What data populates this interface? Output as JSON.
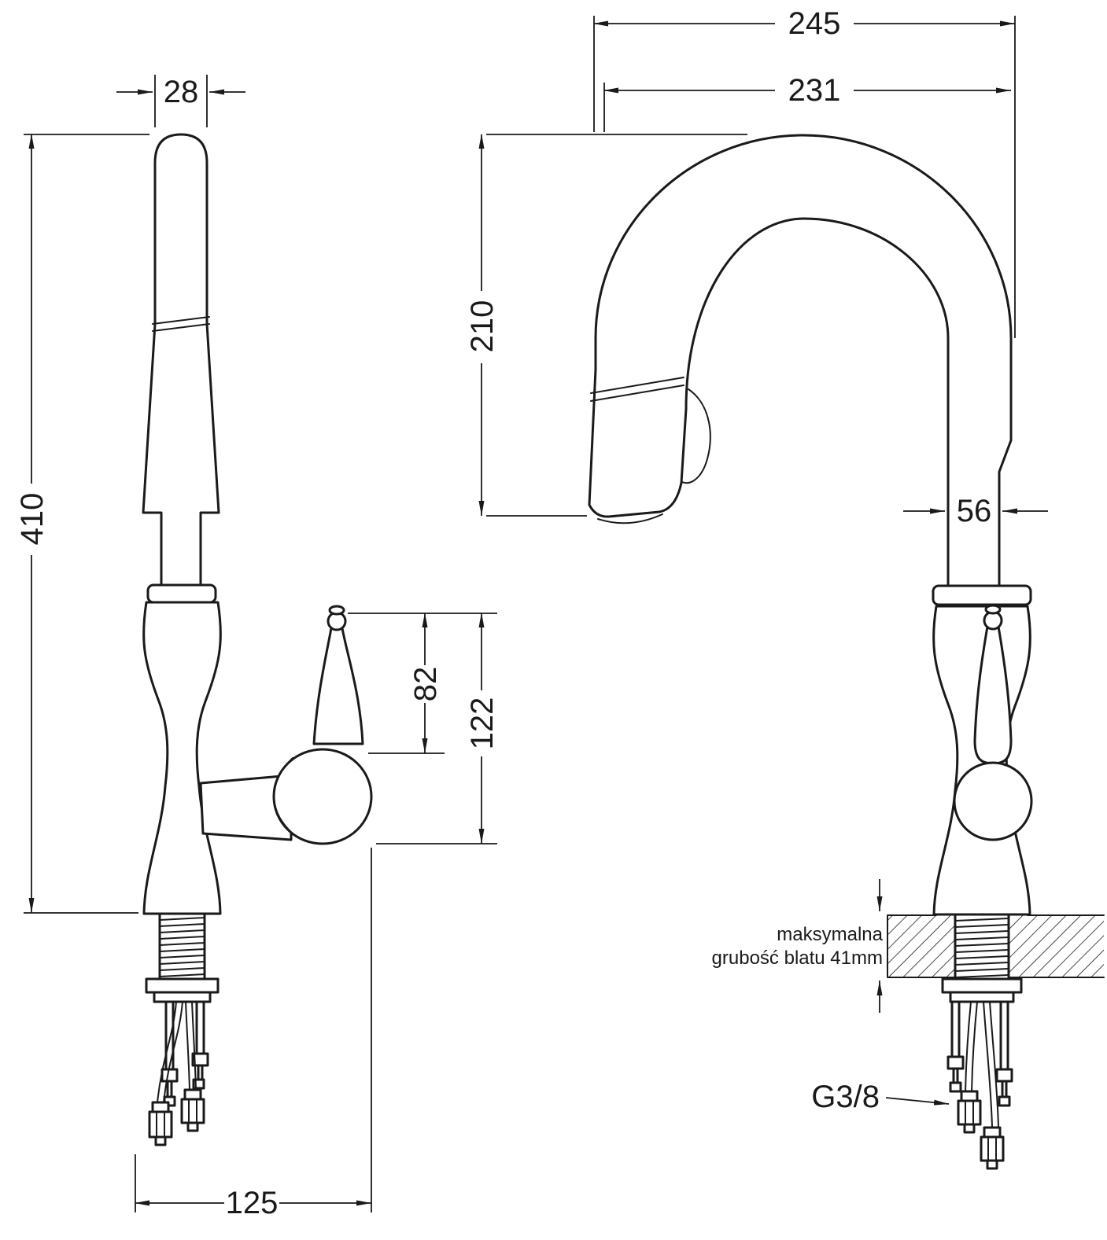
{
  "drawing": {
    "left_view": {
      "dim_spout_tip_width": "28",
      "dim_total_height": "410",
      "dim_handle_height": "82",
      "dim_handle_assembly_height": "122",
      "dim_base_to_handle_reach": "125"
    },
    "right_view": {
      "dim_total_reach": "245",
      "dim_spout_reach": "231",
      "dim_spout_clearance": "210",
      "dim_column_width": "56",
      "countertop_note_line1": "maksymalna",
      "countertop_note_line2": "grubość blatu 41mm",
      "thread_size": "G3/8"
    }
  }
}
